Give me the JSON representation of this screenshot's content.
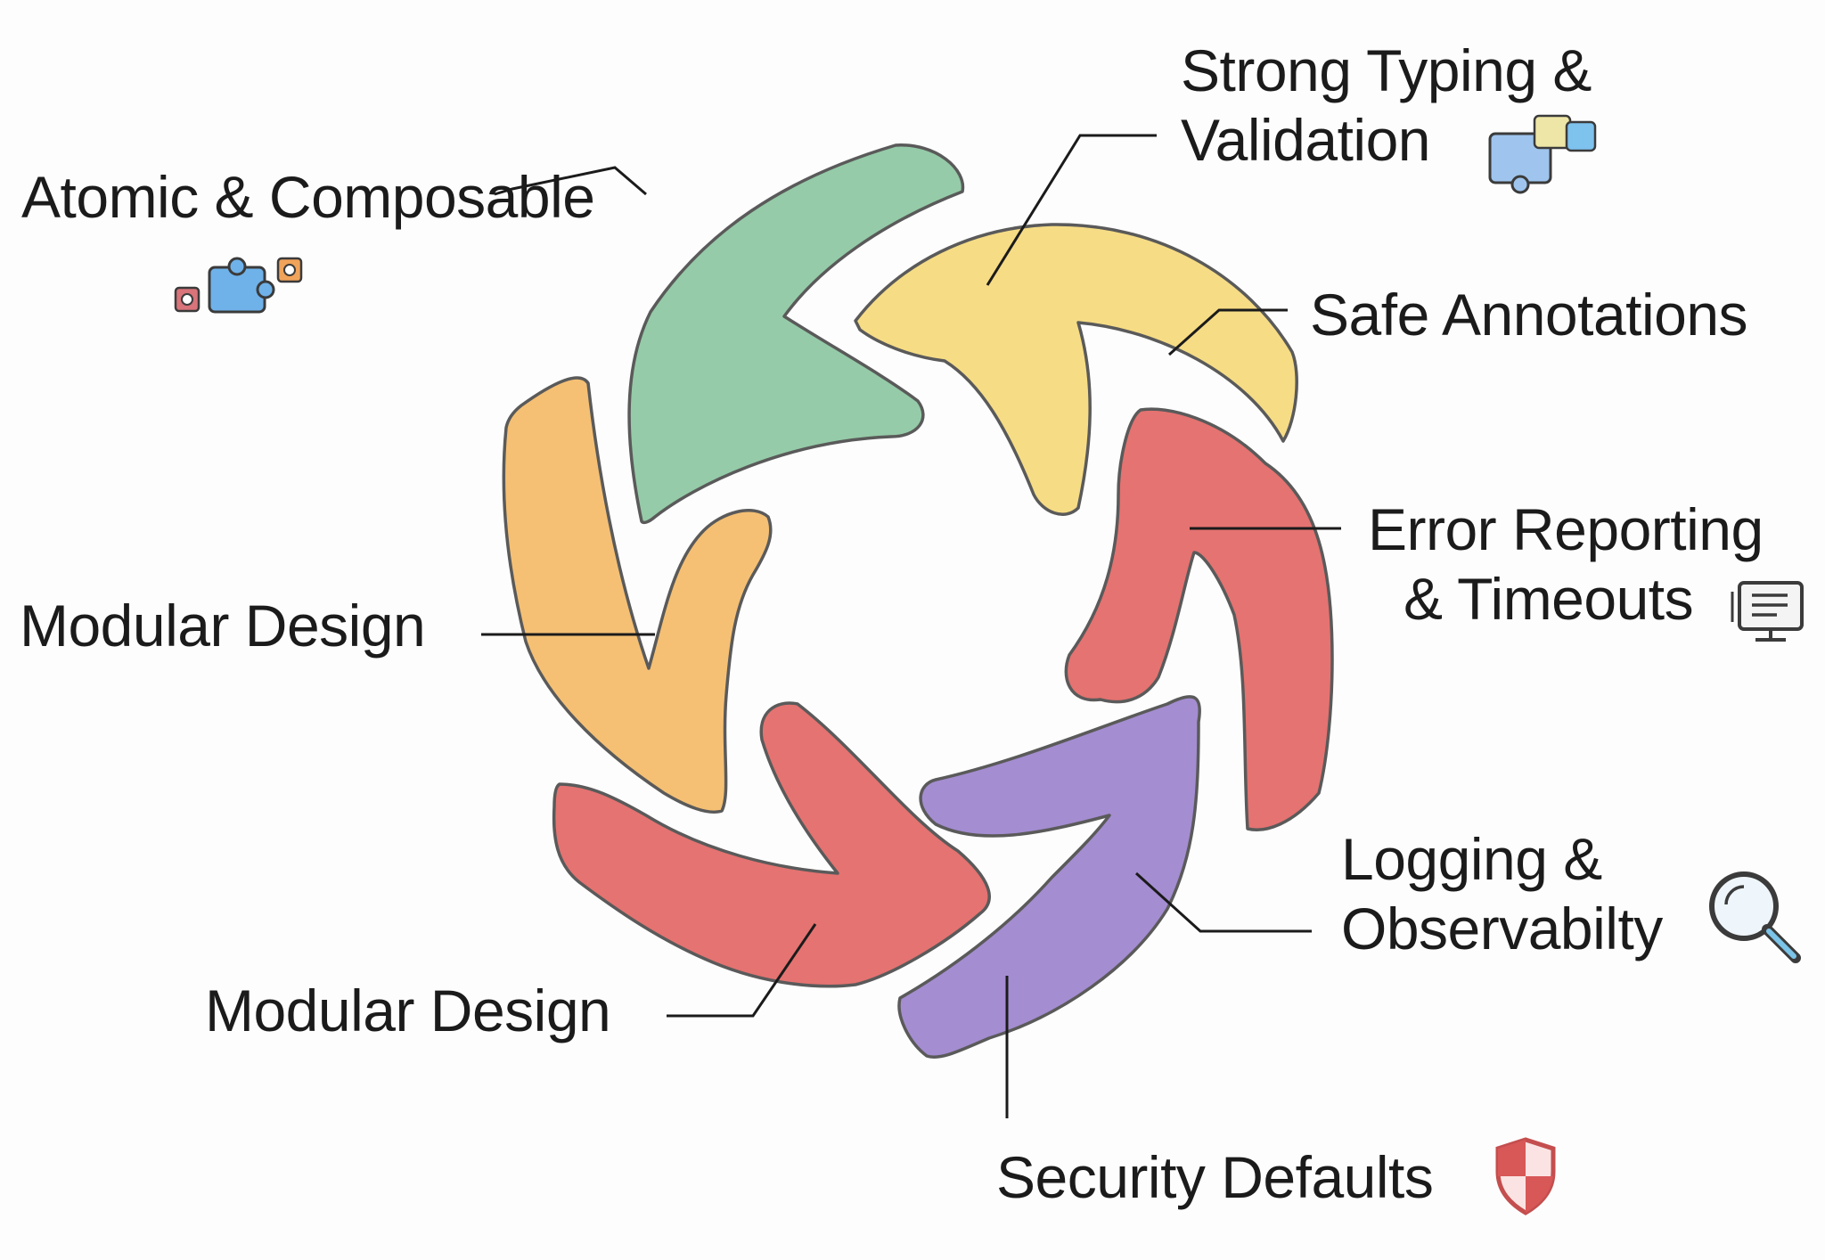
{
  "labels": {
    "atomic": "Atomic & Composable",
    "strong_typing_line1": "Strong Typing &",
    "strong_typing_line2": "Validation",
    "safe_annotations": "Safe Annotations",
    "error_line1": "Error Reporting",
    "error_line2": "& Timeouts",
    "logging_line1": "Logging &",
    "logging_line2": "Observabilty",
    "security": "Security Defaults",
    "modular_upper": "Modular Design",
    "modular_lower": "Modular Design"
  },
  "icons": {
    "atomic": "puzzle-pieces-icon",
    "strong_typing": "puzzle-pieces-icon",
    "error": "monitor-log-icon",
    "logging": "magnifier-icon",
    "security": "shield-icon"
  },
  "colors": {
    "green": "#95cba8",
    "yellow": "#f6dc85",
    "red": "#e57371",
    "orange": "#f5c074",
    "purple": "#a48dd1",
    "stroke": "#5a5a5a",
    "line": "#1b1b1b"
  }
}
